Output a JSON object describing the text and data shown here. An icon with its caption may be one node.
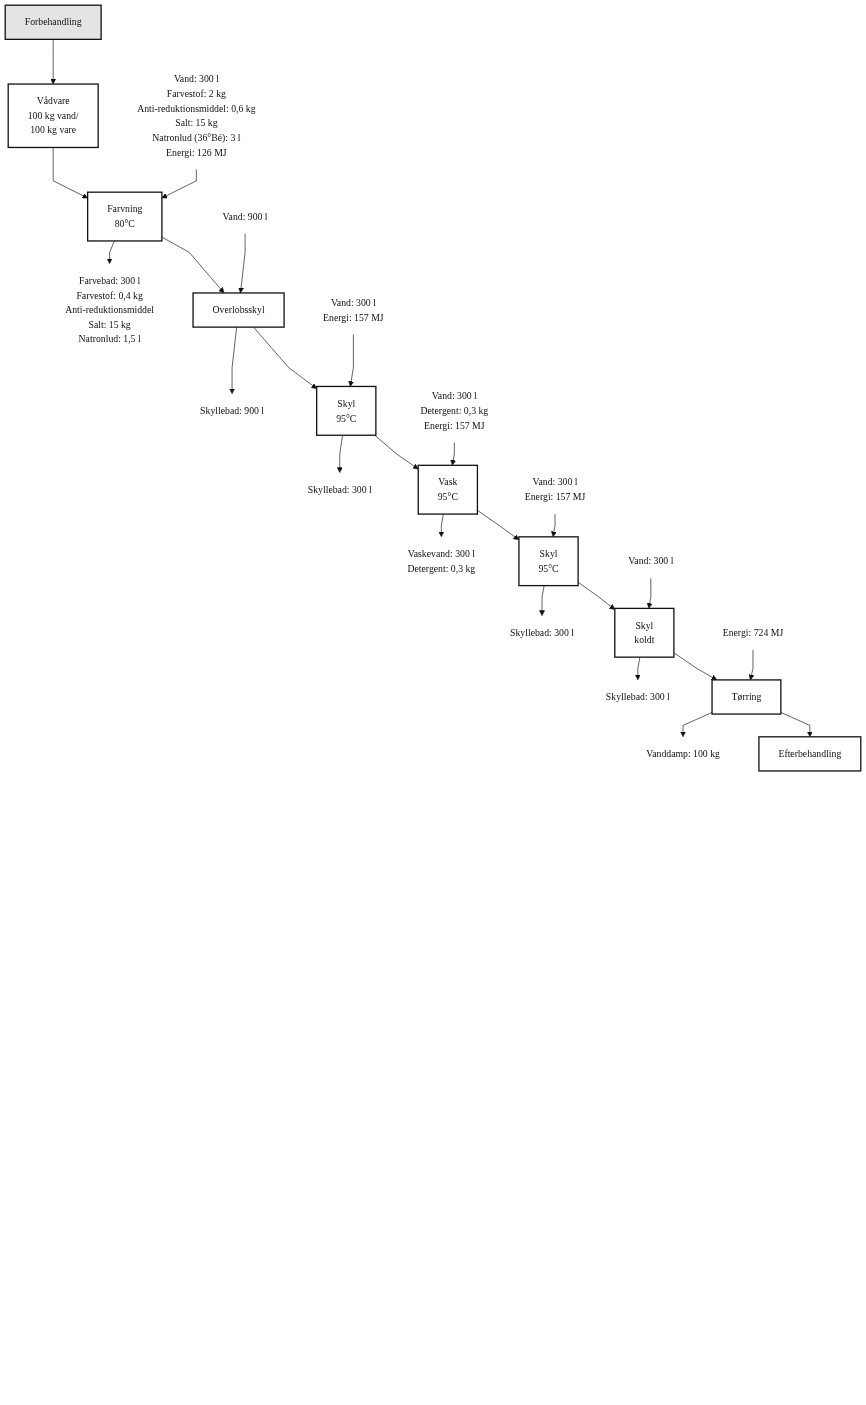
{
  "diagram": {
    "nodes": [
      {
        "text": [
          "Forbehandling"
        ]
      },
      {
        "text": [
          "Vådvare",
          "100 kg vand/",
          "100 kg vare"
        ]
      },
      {
        "text": [
          "Vand: 300 l",
          "Farvestof: 2 kg",
          "Anti-reduktionsmiddel: 0,6 kg",
          "Salt: 15 kg",
          "Natronlud (36°Bé): 3 l",
          "Energi: 126 MJ"
        ]
      },
      {
        "text": [
          "Farvning",
          "80°C"
        ]
      },
      {
        "text": [
          "Farvebad: 300 l",
          "Farvestof: 0,4 kg",
          "Anti-reduktionsmiddel",
          "Salt: 15 kg",
          "Natronlud: 1,5 l"
        ]
      },
      {
        "text": [
          "Vand: 900 l"
        ]
      },
      {
        "text": [
          "Overlobsskyl"
        ]
      },
      {
        "text": [
          "Skyllebad: 900 l"
        ]
      },
      {
        "text": [
          "Vand: 300 l",
          "Energi: 157 MJ"
        ]
      },
      {
        "text": [
          "Skyl",
          "95°C"
        ]
      },
      {
        "text": [
          "Skyllebad: 300 l"
        ]
      },
      {
        "text": [
          "Vand: 300 l",
          "Detergent: 0,3 kg",
          "Energi: 157 MJ"
        ]
      },
      {
        "text": [
          "Vask",
          "95°C"
        ]
      },
      {
        "text": [
          "Vaskevand: 300 l",
          "Detergent: 0,3 kg"
        ]
      },
      {
        "text": [
          "Vand: 300 l",
          "Energi: 157 MJ"
        ]
      },
      {
        "text": [
          "Skyl",
          "95°C"
        ]
      },
      {
        "text": [
          "Skyllebad: 300 l"
        ]
      },
      {
        "text": [
          "Vand: 300 l"
        ]
      },
      {
        "text": [
          "Skyl",
          "koldt"
        ]
      },
      {
        "text": [
          "Skyllebad: 300 l"
        ]
      },
      {
        "text": [
          "Energi: 724 MJ"
        ]
      },
      {
        "text": [
          "Tørring"
        ]
      },
      {
        "text": [
          "Vanddamp: 100 kg"
        ]
      },
      {
        "text": [
          "Efterbehandling"
        ]
      }
    ],
    "edges": [
      {
        "from": 0,
        "to": 1,
        "arrow": "to"
      },
      {
        "from": 1,
        "to": 3,
        "arrow": "to"
      },
      {
        "from": 2,
        "to": 3,
        "arrow": "to"
      },
      {
        "from": 3,
        "to": 4,
        "arrow": "to"
      },
      {
        "from": 3,
        "to": 6,
        "arrow": "to"
      },
      {
        "from": 5,
        "to": 6,
        "arrow": "to"
      },
      {
        "from": 6,
        "to": 7,
        "arrow": "to"
      },
      {
        "from": 6,
        "to": 9,
        "arrow": "to"
      },
      {
        "from": 8,
        "to": 9,
        "arrow": "to"
      },
      {
        "from": 9,
        "to": 10,
        "arrow": "to"
      },
      {
        "from": 9,
        "to": 12,
        "arrow": "to"
      },
      {
        "from": 11,
        "to": 12,
        "arrow": "to"
      },
      {
        "from": 12,
        "to": 13,
        "arrow": "to"
      },
      {
        "from": 12,
        "to": 15,
        "arrow": "to"
      },
      {
        "from": 14,
        "to": 15,
        "arrow": "to"
      },
      {
        "from": 15,
        "to": 16,
        "arrow": "to"
      },
      {
        "from": 15,
        "to": 18,
        "arrow": "to"
      },
      {
        "from": 17,
        "to": 18,
        "arrow": "to"
      },
      {
        "from": 18,
        "to": 19,
        "arrow": "to"
      },
      {
        "from": 18,
        "to": 21,
        "arrow": "to"
      },
      {
        "from": 20,
        "to": 21,
        "arrow": "to"
      },
      {
        "from": 21,
        "to": 22,
        "arrow": "to"
      },
      {
        "from": 21,
        "to": 23,
        "arrow": "to"
      }
    ]
  }
}
